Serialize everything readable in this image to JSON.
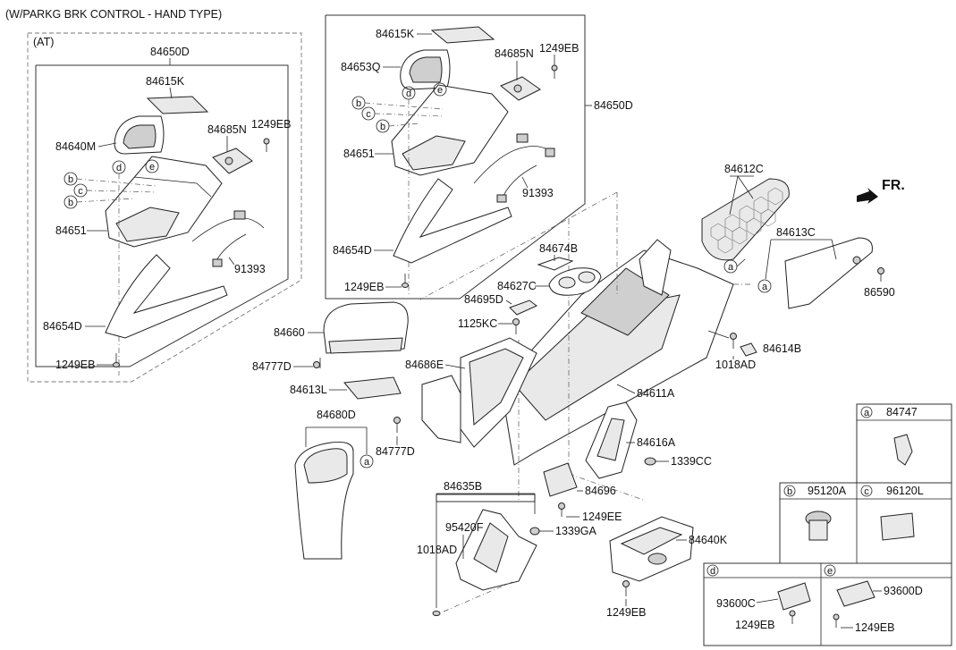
{
  "header": {
    "condition": "(W/PARKG BRK CONTROL - HAND TYPE)",
    "at_label": "(AT)",
    "fr_label": "FR."
  },
  "left_group": {
    "assembly": "84650D",
    "parts": [
      "84615K",
      "84640M",
      "84685N",
      "1249EB",
      "84651",
      "91393",
      "84654D",
      "1249EB"
    ],
    "circles": [
      "b",
      "c",
      "b",
      "d",
      "e"
    ]
  },
  "center_group": {
    "assembly": "84650D",
    "parts": [
      "84615K",
      "84653Q",
      "84685N",
      "1249EB",
      "84651",
      "84654D",
      "91393",
      "1249EB"
    ],
    "circles": [
      "b",
      "c",
      "b",
      "d",
      "e"
    ]
  },
  "main_parts": {
    "p84612C": "84612C",
    "p84613C": "84613C",
    "p86590": "86590",
    "p84614B": "84614B",
    "p1018AD_r": "1018AD",
    "p84674B": "84674B",
    "p84627C": "84627C",
    "p84695D": "84695D",
    "p1125KC": "1125KC",
    "p84660": "84660",
    "p84777D_a": "84777D",
    "p84613L": "84613L",
    "p84686E": "84686E",
    "p84777D_b": "84777D",
    "p84680D": "84680D",
    "p84611A": "84611A",
    "p84616A": "84616A",
    "p1339CC": "1339CC",
    "p84696": "84696",
    "p1249EE": "1249EE",
    "p84635B": "84635B",
    "p95420F": "95420F",
    "p1339GA": "1339GA",
    "p1018AD_b": "1018AD",
    "p84640K": "84640K",
    "p1249EB_b": "1249EB"
  },
  "legend": {
    "a": {
      "letter": "a",
      "part": "84747"
    },
    "b": {
      "letter": "b",
      "part": "95120A"
    },
    "c": {
      "letter": "c",
      "part": "96120L"
    },
    "d": {
      "letter": "d",
      "part": "93600C",
      "screw": "1249EB"
    },
    "e": {
      "letter": "e",
      "part": "93600D",
      "screw": "1249EB"
    }
  },
  "ref_circles": {
    "a1": "a",
    "a2": "a",
    "a3": "a"
  }
}
